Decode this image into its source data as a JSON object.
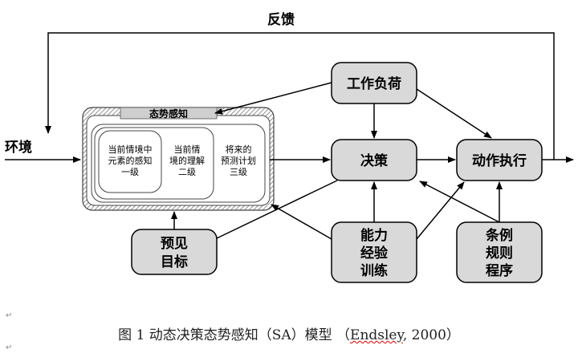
{
  "diagram": {
    "feedback_label": "反馈",
    "environment_label": "环境",
    "sa_label": "态势感知",
    "level1": [
      "当前情境中",
      "元素的感知",
      "一级"
    ],
    "level2": [
      "当前情",
      "境的理解",
      "二级"
    ],
    "level3": [
      "将来的",
      "预测计划",
      "三级"
    ],
    "workload": "工作负荷",
    "decision": "决策",
    "action": "动作执行",
    "goals": [
      "预见",
      "目标"
    ],
    "ability": [
      "能力",
      "经验",
      "训练"
    ],
    "rules": [
      "条例",
      "规则",
      "程序"
    ]
  },
  "caption": {
    "text": "图 1 动态决策态势感知（SA）模型 （",
    "author": "Endsley",
    "year": ", 2000）"
  },
  "para_mark": "↵",
  "colors": {
    "box_fill": "#d9d9d9",
    "stroke": "#000000"
  }
}
